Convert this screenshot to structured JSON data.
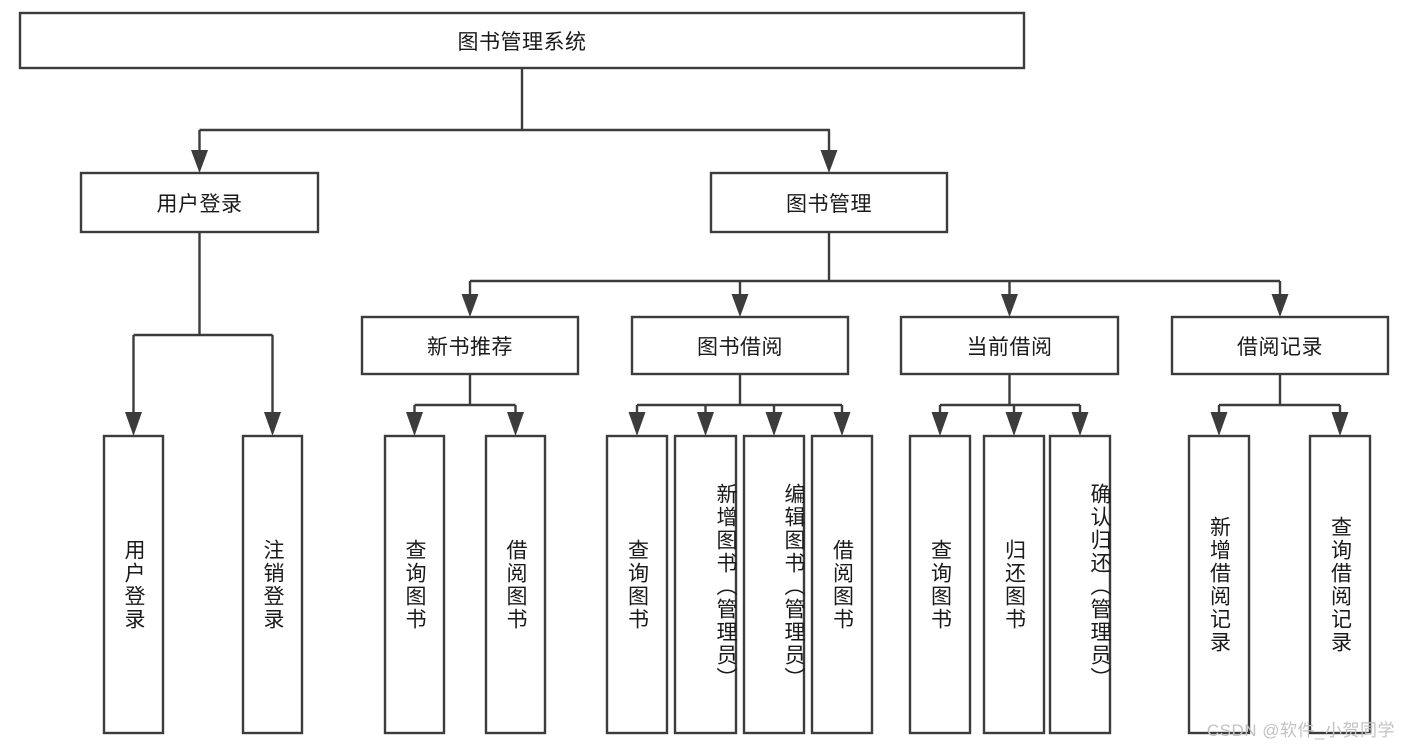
{
  "diagram": {
    "title": "图书管理系统",
    "type": "tree",
    "colors": {
      "box_stroke": "#3c3c3c",
      "box_fill": "#ffffff",
      "text": "#1a1a1a",
      "background": "#ffffff",
      "watermark": "#c2c2c2"
    },
    "root": {
      "label": "图书管理系统"
    },
    "level2": [
      {
        "label": "用户登录"
      },
      {
        "label": "图书管理"
      }
    ],
    "level3": [
      {
        "label": "新书推荐"
      },
      {
        "label": "图书借阅"
      },
      {
        "label": "当前借阅"
      },
      {
        "label": "借阅记录"
      }
    ],
    "leaves": {
      "user_login": [
        {
          "label": "用户登录"
        },
        {
          "label": "注销登录"
        }
      ],
      "new_book_recommend": [
        {
          "label": "查询图书"
        },
        {
          "label": "借阅图书"
        }
      ],
      "book_borrow": [
        {
          "label": "查询图书"
        },
        {
          "label": "新增图书（管理员）"
        },
        {
          "label": "编辑图书（管理员）"
        },
        {
          "label": "借阅图书"
        }
      ],
      "current_borrow": [
        {
          "label": "查询图书"
        },
        {
          "label": "归还图书"
        },
        {
          "label": "确认归还（管理员）"
        }
      ],
      "borrow_record": [
        {
          "label": "新增借阅记录"
        },
        {
          "label": "查询借阅记录"
        }
      ]
    },
    "watermark": "CSDN @软件_小贺同学"
  }
}
